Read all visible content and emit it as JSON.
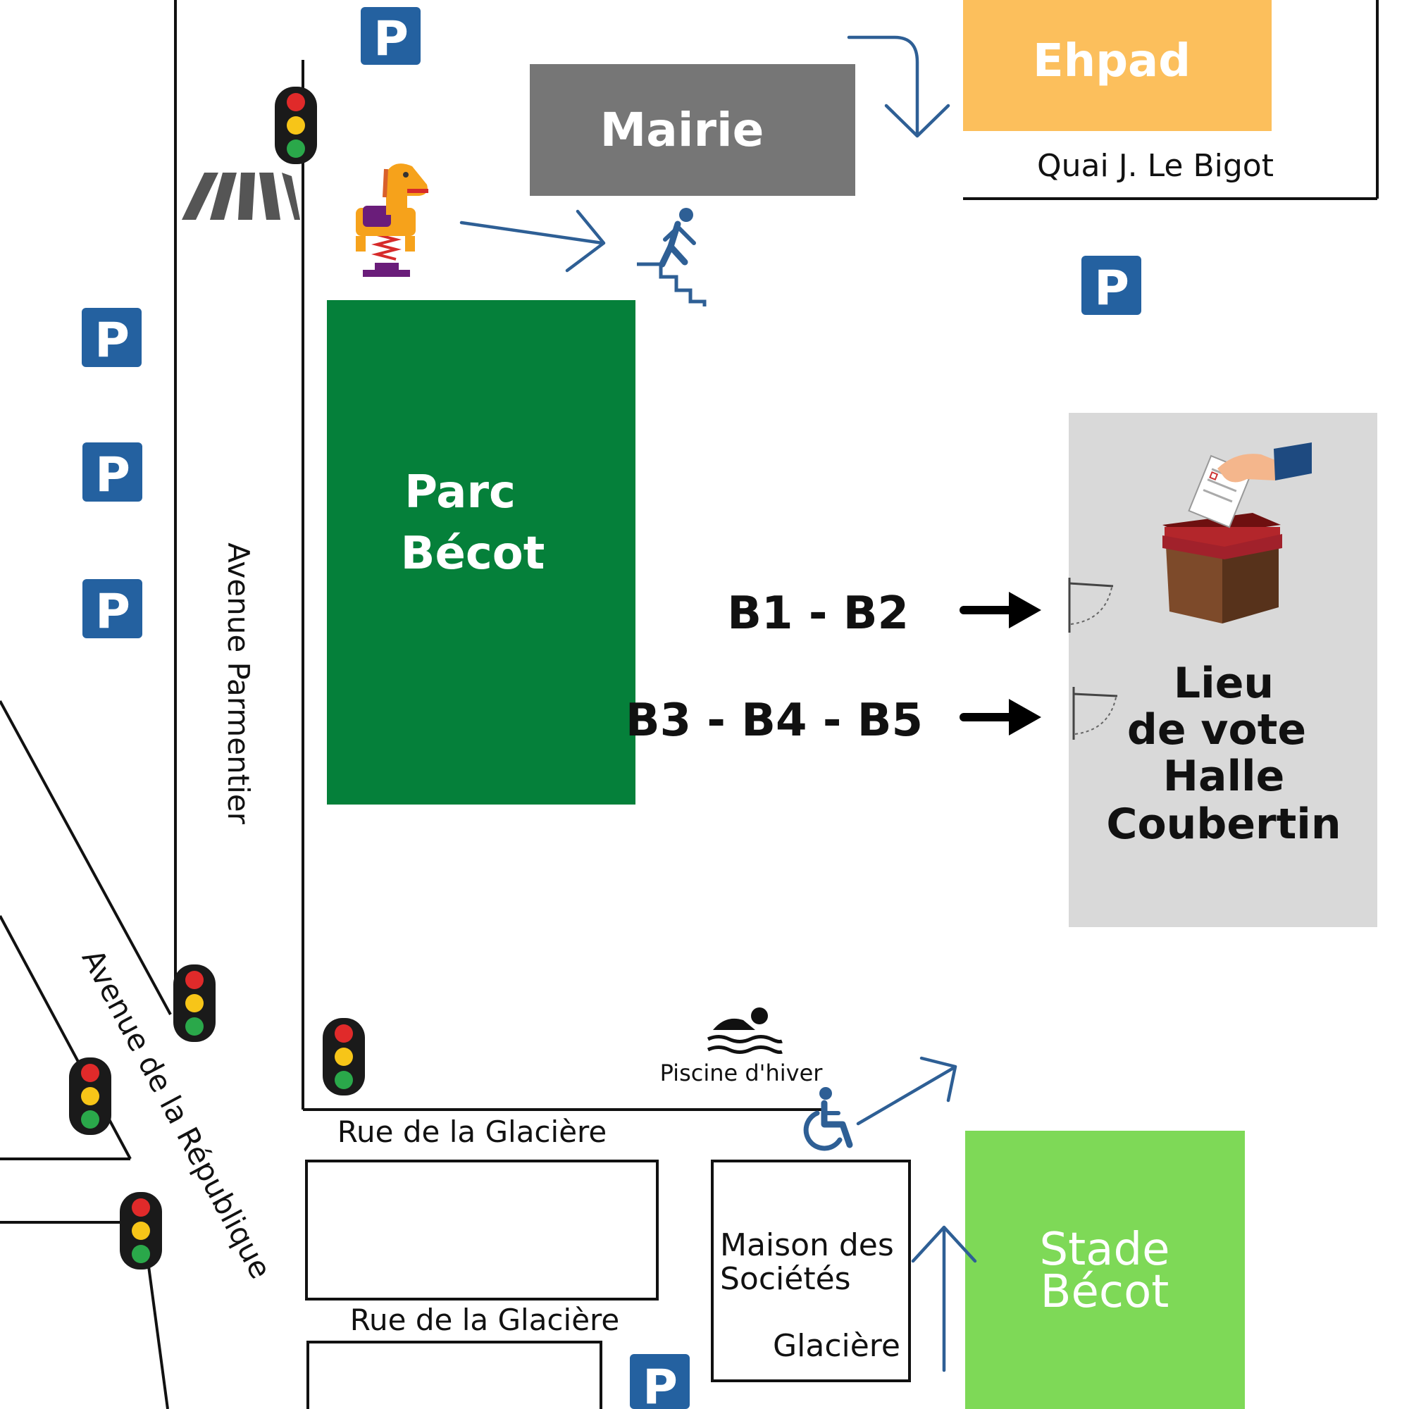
{
  "buildings": {
    "mairie": "Mairie",
    "ehpad": "Ehpad",
    "parc_line1": "Parc",
    "parc_line2": "Bécot",
    "stade_line1": "Stade",
    "stade_line2": "Bécot",
    "maison_line1": "Maison des",
    "maison_line2": "Sociétés",
    "maison_line3": "Glacière"
  },
  "vote": {
    "bureaux_1": "B1 - B2",
    "bureaux_2": "B3 - B4 - B5",
    "title_line1": "Lieu",
    "title_line2": "de vote",
    "title_line3": "Halle",
    "title_line4": "Coubertin"
  },
  "streets": {
    "quai": "Quai J. Le Bigot",
    "parmentier": "Avenue Parmentier",
    "republique": "Avenue de la République",
    "glaciere_1": "Rue de la Glacière",
    "glaciere_2": "Rue de la Glacière"
  },
  "places": {
    "piscine": "Piscine d'hiver"
  },
  "icons": {
    "parking_letter": "P",
    "parking_color": "#2461a0",
    "traffic_light": "traffic-light-icon",
    "crosswalk": "crosswalk-icon",
    "playground": "rocking-horse-icon",
    "stairs": "stairs-person-icon",
    "swimmer": "swimmer-icon",
    "wheelchair": "wheelchair-icon",
    "ballot_box": "ballot-box-icon",
    "door": "door-icon"
  },
  "colors": {
    "mairie": "#767676",
    "ehpad": "#fcbf5c",
    "parc": "#05803a",
    "stade": "#7ed957",
    "vote_area": "#d9d9d9",
    "arrow_blue": "#2e5f95"
  }
}
